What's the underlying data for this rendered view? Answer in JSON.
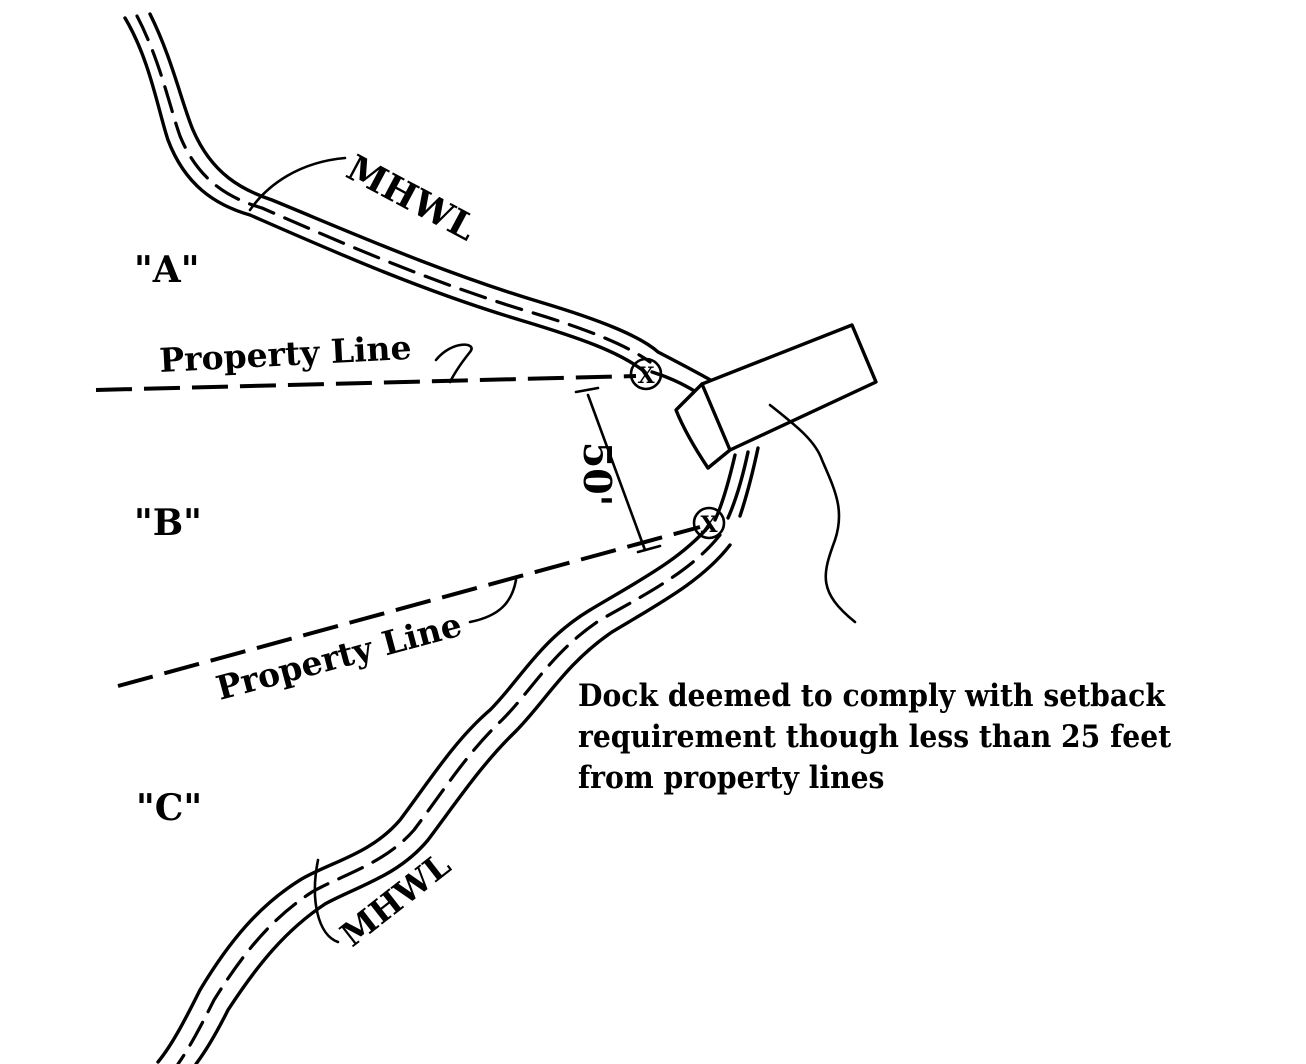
{
  "labels": {
    "parcel_a": "\"A\"",
    "parcel_b": "\"B\"",
    "parcel_c": "\"C\"",
    "mhwl_top": "MHWL",
    "mhwl_bottom": "MHWL",
    "property_line_top": "Property Line",
    "property_line_bottom": "Property Line",
    "setback_distance": "50'",
    "corner_mark_top": "X",
    "corner_mark_bottom": "X"
  },
  "caption": "Dock deemed to comply with setback\nrequirement though less than 25 feet\nfrom property lines",
  "colors": {
    "ink": "#000000",
    "paper": "#ffffff"
  }
}
